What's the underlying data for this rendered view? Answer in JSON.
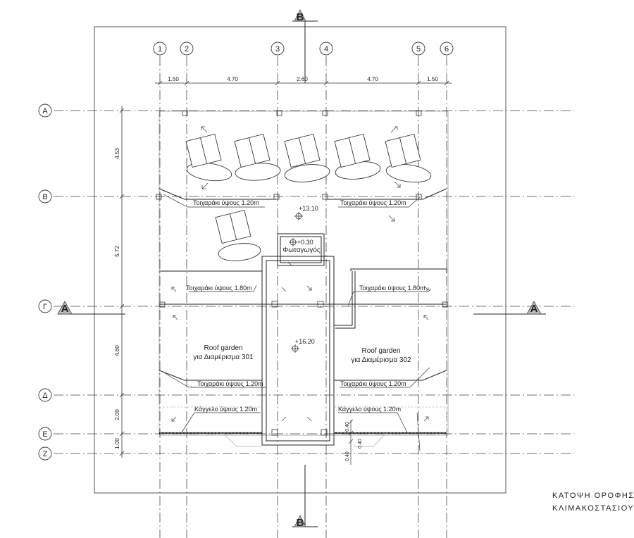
{
  "drawing_title": [
    "ΚΑΤΟΨΗ  ΟΡΟΦΗΣ",
    "ΚΛΙΜΑΚΟΣΤΑΣΙΟΥ"
  ],
  "grid_columns": [
    "1",
    "2",
    "3",
    "4",
    "5",
    "6"
  ],
  "grid_rows": [
    "A",
    "B",
    "Γ",
    "Δ",
    "E",
    "Z"
  ],
  "column_spacings": [
    "1.50",
    "4.70",
    "2.60",
    "4.70",
    "1.50"
  ],
  "row_spacings": [
    "4.53",
    "5.72",
    "4.60",
    "2.00",
    "1.00"
  ],
  "section_markers": {
    "horizontal": "A",
    "vertical": "B"
  },
  "levels": [
    "+13.10",
    "+16.20",
    "+0.30"
  ],
  "light_well_label": "Φωταγωγός",
  "wall_labels": {
    "wall_b_left": "Τοιχαράκι ύψους  1.20m",
    "wall_b_right": "Τοιχαράκι ύψους  1.20m",
    "wall_g_left": "Τοιχαράκι ύψους  1.80m",
    "wall_g_right": "Τοιχαράκι ύψους  1.80m",
    "wall_d_left": "Τοιχαράκι ύψους  1.20m",
    "wall_d_right": "Τοιχαράκι ύψους  1.20m",
    "rail_left": "Κάγγελο ύψους  1.20m",
    "rail_right": "Κάγγελο ύψους  1.20m"
  },
  "roof_gardens": {
    "left": [
      "Roof garden",
      "για Διαμέρισμα 301"
    ],
    "right": [
      "Roof garden",
      "για Διαμέρισμα 302"
    ]
  },
  "small_dims": [
    "0.40",
    "0.40",
    "0.40"
  ]
}
